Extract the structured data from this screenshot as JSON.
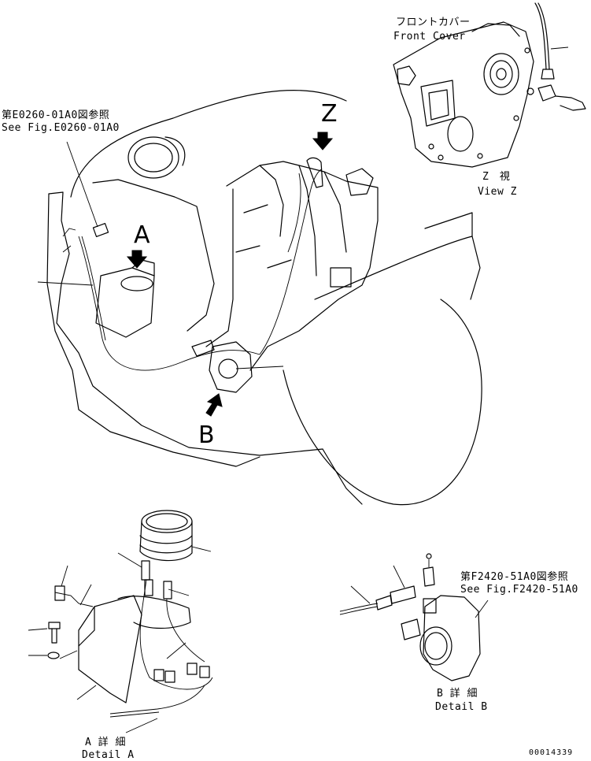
{
  "labels": {
    "front_cover_jp": "フロントカバー",
    "front_cover_en": "Front Cover",
    "z_view_jp": "Z　視",
    "z_view_en": "View Z",
    "ref_a_jp": "第E0260-01A0図参照",
    "ref_a_en": "See Fig.E0260-01A0",
    "ref_b_jp": "第F2420-51A0図参照",
    "ref_b_en": "See Fig.F2420-51A0",
    "detail_a_jp": "A 詳 細",
    "detail_a_en": "Detail A",
    "detail_b_jp": "B 詳 細",
    "detail_b_en": "Detail B",
    "letter_z": "Z",
    "letter_a": "A",
    "letter_b": "B",
    "drawing_no": "00014339"
  }
}
